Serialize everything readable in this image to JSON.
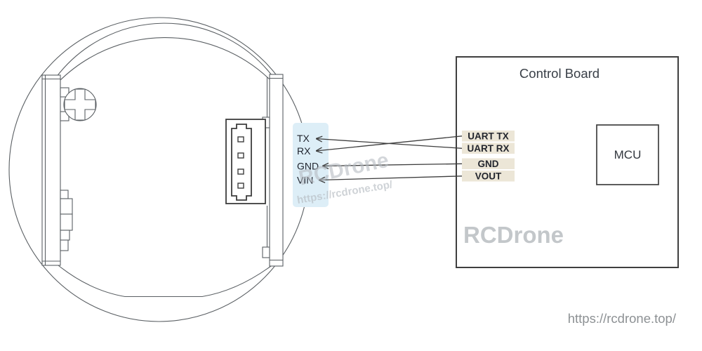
{
  "device": {
    "pin_labels": [
      "TX",
      "RX",
      "GND",
      "VIN"
    ]
  },
  "control_board": {
    "title": "Control Board",
    "mcu": "MCU",
    "pin_labels": [
      "UART TX",
      "UART RX",
      "GND",
      "VOUT"
    ],
    "watermark": "RCDrone"
  },
  "connections": [
    {
      "from": "UART TX",
      "to": "RX"
    },
    {
      "from": "UART RX",
      "to": "TX"
    },
    {
      "from": "GND",
      "to": "GND"
    },
    {
      "from": "VOUT",
      "to": "VIN"
    }
  ],
  "watermark": {
    "brand": "RCDrone",
    "url": "https://rcdrone.top/"
  },
  "footer": {
    "url": "https://rcdrone.top/"
  },
  "colors": {
    "highlight_blue": "#ddeef7",
    "label_tan": "#ece6d7",
    "wire_dark": "#3d3d3d",
    "outline_gray": "#5a5f63",
    "watermark_gray": "#bcc1c6",
    "footer_gray": "#8d9194"
  }
}
